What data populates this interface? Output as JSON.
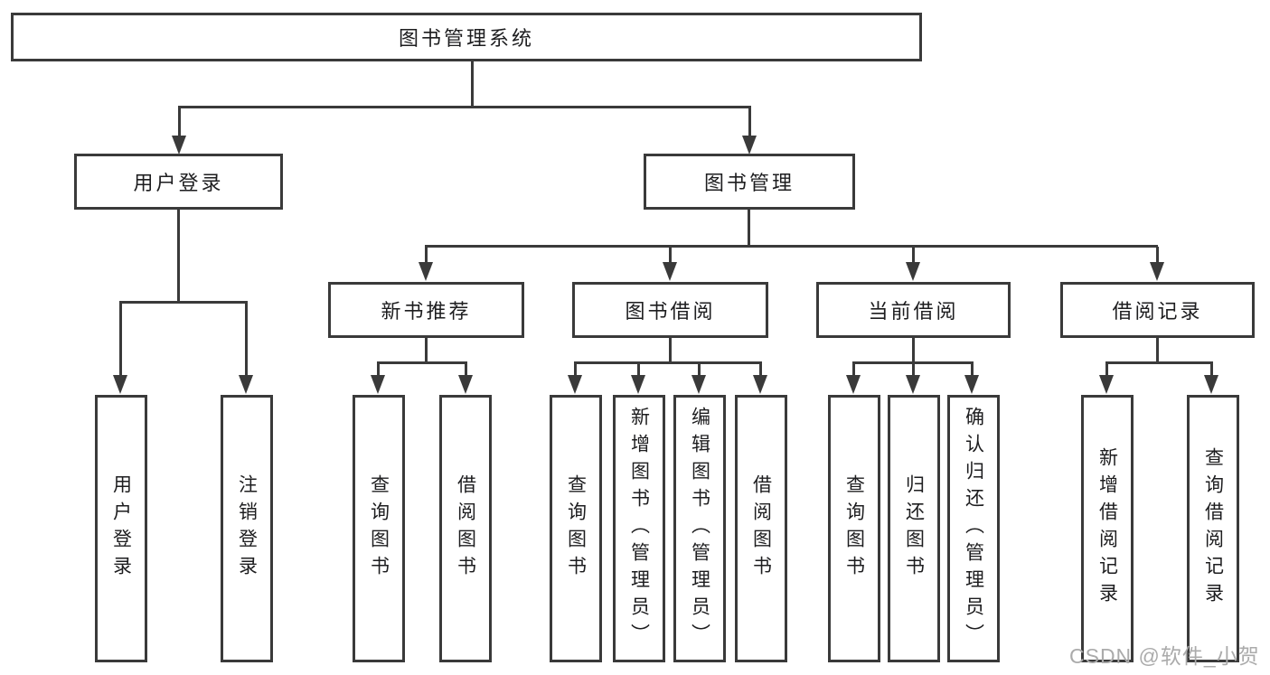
{
  "tree": {
    "root": {
      "label": "图书管理系统"
    },
    "branches": [
      {
        "label": "用户登录",
        "leaves": [
          {
            "label": "用户登录"
          },
          {
            "label": "注销登录"
          }
        ]
      },
      {
        "label": "图书管理",
        "groups": [
          {
            "label": "新书推荐",
            "leaves": [
              {
                "label": "查询图书"
              },
              {
                "label": "借阅图书"
              }
            ]
          },
          {
            "label": "图书借阅",
            "leaves": [
              {
                "label": "查询图书"
              },
              {
                "label": "新增图书（管理员）"
              },
              {
                "label": "编辑图书（管理员）"
              },
              {
                "label": "借阅图书"
              }
            ]
          },
          {
            "label": "当前借阅",
            "leaves": [
              {
                "label": "查询图书"
              },
              {
                "label": "归还图书"
              },
              {
                "label": "确认归还（管理员）"
              }
            ]
          },
          {
            "label": "借阅记录",
            "leaves": [
              {
                "label": "新增借阅记录"
              },
              {
                "label": "查询借阅记录"
              }
            ]
          }
        ]
      }
    ]
  },
  "watermark": {
    "text": "CSDN @软件_小贺同学"
  },
  "colors": {
    "line": "#3a3a3a",
    "text": "#1d1d1f",
    "watermark": "#ababab",
    "background": "#ffffff"
  }
}
